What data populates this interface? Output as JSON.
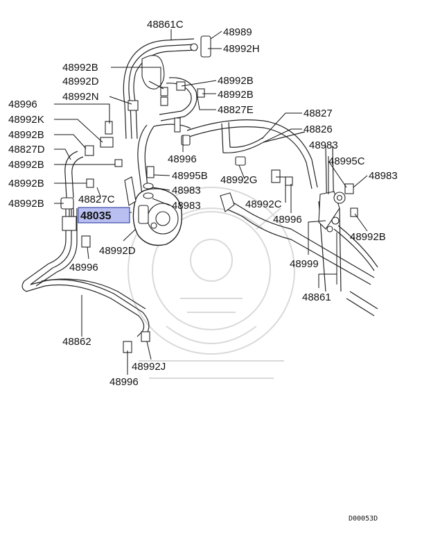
{
  "highlighted_part": "48035",
  "diagram_code": "D00053D",
  "labels": {
    "p48861C": "48861C",
    "p48989": "48989",
    "p48992H": "48992H",
    "p48992B_1": "48992B",
    "p48992D_1": "48992D",
    "p48992B_r1": "48992B",
    "p48992N": "48992N",
    "p48992B_r2": "48992B",
    "p48996_1": "48996",
    "p48827E": "48827E",
    "p48992K": "48992K",
    "p48827": "48827",
    "p48992B_2": "48992B",
    "p48826": "48826",
    "p48827D": "48827D",
    "p48996_c": "48996",
    "p48983_r": "48983",
    "p48992B_3": "48992B",
    "p48995C": "48995C",
    "p48995B": "48995B",
    "p48992B_4": "48992B",
    "p48983_c1": "48983",
    "p48992G": "48992G",
    "p48983_rr": "48983",
    "p48827C": "48827C",
    "p48992B_5": "48992B",
    "p48983_c2": "48983",
    "p48992C": "48992C",
    "p48996_r": "48996",
    "p48992B_rr": "48992B",
    "p48992D_2": "48992D",
    "p48996_l": "48996",
    "p48999": "48999",
    "p48861": "48861",
    "p48862": "48862",
    "p48992J": "48992J",
    "p48996_b": "48996"
  }
}
